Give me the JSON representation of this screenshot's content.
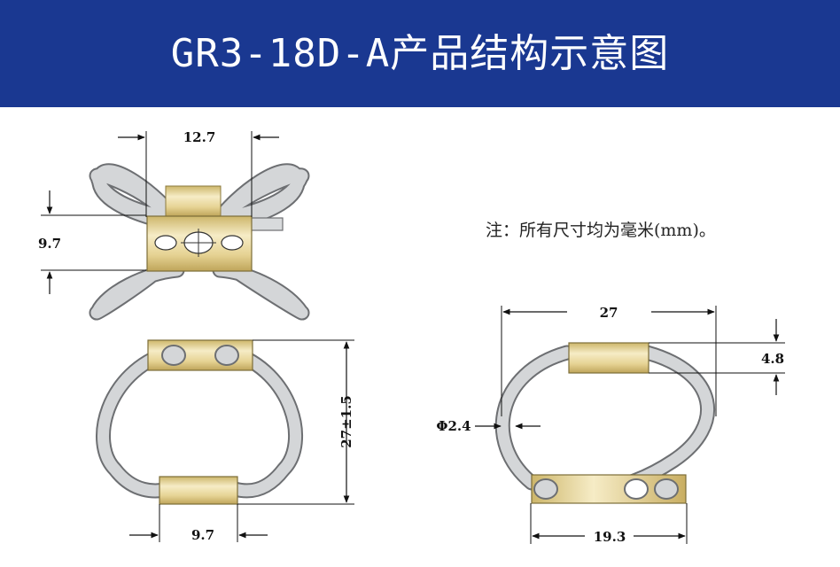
{
  "title": "GR3-18D-A产品结构示意图",
  "note": "注：所有尺寸均为毫米(mm)。",
  "dimensions": {
    "top_width": "12.7",
    "top_height": "9.7",
    "front_height": "27±1.5",
    "front_bottom_width": "9.7",
    "side_width": "27",
    "side_block_height": "4.8",
    "wire_diameter": "Φ2.4",
    "side_bottom_width": "19.3"
  },
  "colors": {
    "banner": "#1a3891",
    "wire": "#d4d6d8",
    "wire_outline": "#6d6f72",
    "block": "#e9d79c"
  }
}
